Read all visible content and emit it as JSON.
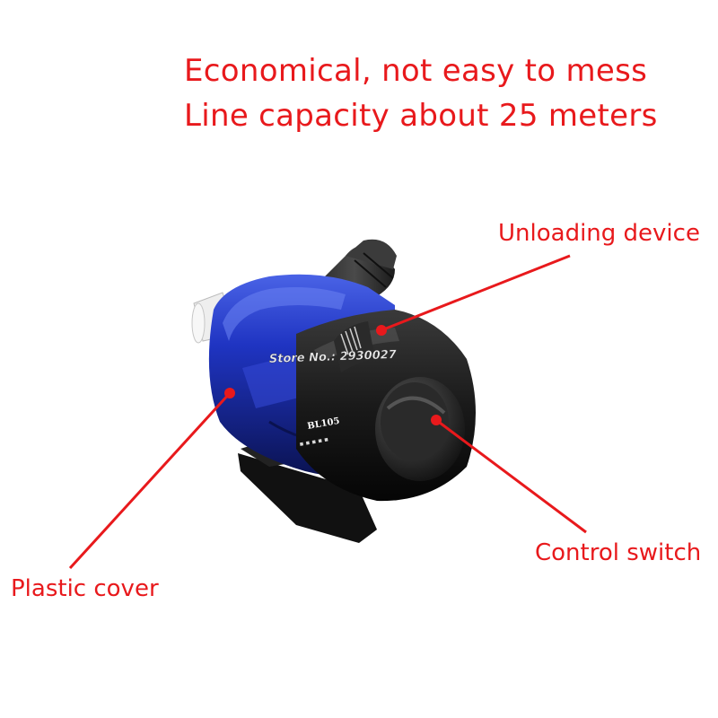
{
  "headline": {
    "line1": "Economical, not easy to mess",
    "line2": "Line capacity about 25 meters"
  },
  "callouts": {
    "unloading": "Unloading device",
    "control": "Control switch",
    "plastic": "Plastic cover"
  },
  "product": {
    "model_label": "BL105",
    "watermark": "Store No.: 2930027"
  },
  "colors": {
    "accent": "#e8191c",
    "body_blue": "#1c2fb8",
    "housing_black": "#1a1a1a"
  }
}
